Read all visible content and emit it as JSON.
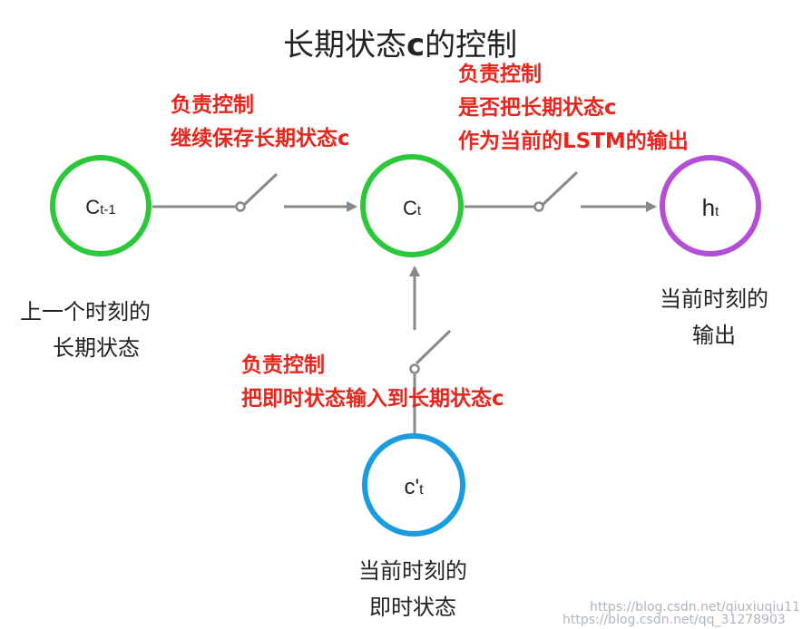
{
  "title": {
    "prefix": "长期状态",
    "bold": "c",
    "suffix": "的控制"
  },
  "nodes": {
    "prev": {
      "main": "C",
      "sub": "t-1",
      "color": "#2bc93a"
    },
    "curr": {
      "main": "C",
      "sub": "t",
      "color": "#2bc93a"
    },
    "out": {
      "main": "h",
      "sub": "t",
      "color": "#b34fd6"
    },
    "cand": {
      "main": "c'",
      "sub": "t",
      "color": "#1a9de0"
    }
  },
  "notes": {
    "forget": [
      "负责控制",
      "继续保存长期状态c"
    ],
    "output": [
      "负责控制",
      "是否把长期状态c",
      "作为当前的LSTM的输出"
    ],
    "input": [
      "负责控制",
      "把即时状态输入到长期状态c"
    ]
  },
  "captions": {
    "prev": [
      "上一个时刻的",
      "长期状态"
    ],
    "out": [
      "当前时刻的",
      "输出"
    ],
    "cand": [
      "当前时刻的",
      "即时状态"
    ]
  },
  "watermark": [
    "https://blog.csdn.net/qiuxiuqiu11",
    "https://blog.csdn.net/qq_31278903"
  ],
  "colors": {
    "line": "#888888",
    "note": "#e8261d"
  }
}
